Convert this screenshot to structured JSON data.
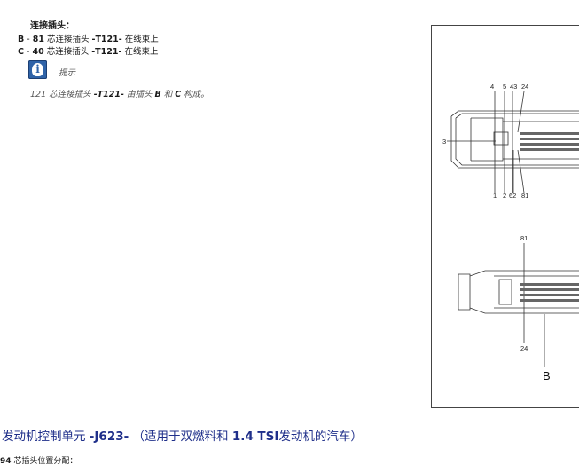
{
  "connector": {
    "heading": "连接插头：",
    "lines": [
      {
        "letter": "B",
        "sep1": " - ",
        "pins": "81",
        "text": " 芯连接插头 ",
        "code": "-T121-",
        "tail": " 在线束上"
      },
      {
        "letter": "C",
        "sep1": " - ",
        "pins": "40",
        "text": " 芯连接插头 ",
        "code": "-T121-",
        "tail": " 在线束上"
      }
    ]
  },
  "note": {
    "label": "提示",
    "icon": "info-icon",
    "text_prefix": "121",
    "text_mid1": " 芯连接插头 ",
    "text_code": "-T121-",
    "text_mid2": " 由插头 ",
    "text_b": "B",
    "text_mid3": " 和 ",
    "text_c": "C",
    "text_end": " 构成。"
  },
  "figure": {
    "top_numbers": [
      "4",
      "5",
      "43",
      "24"
    ],
    "side_number": "3",
    "bottom_numbers": [
      "1",
      "2",
      "62",
      "81"
    ],
    "lower_top_number": "81",
    "lower_bottom_number": "24",
    "plug_letter": "B"
  },
  "section": {
    "title_prefix": "发动机控制单元 ",
    "title_code": "-J623-",
    "title_mid": " （适用于双燃料和 ",
    "title_bold": "1.4 TSI",
    "title_end": "发动机的汽车）"
  },
  "subheading": {
    "pins": "94",
    "text": " 芯插头位置分配："
  }
}
